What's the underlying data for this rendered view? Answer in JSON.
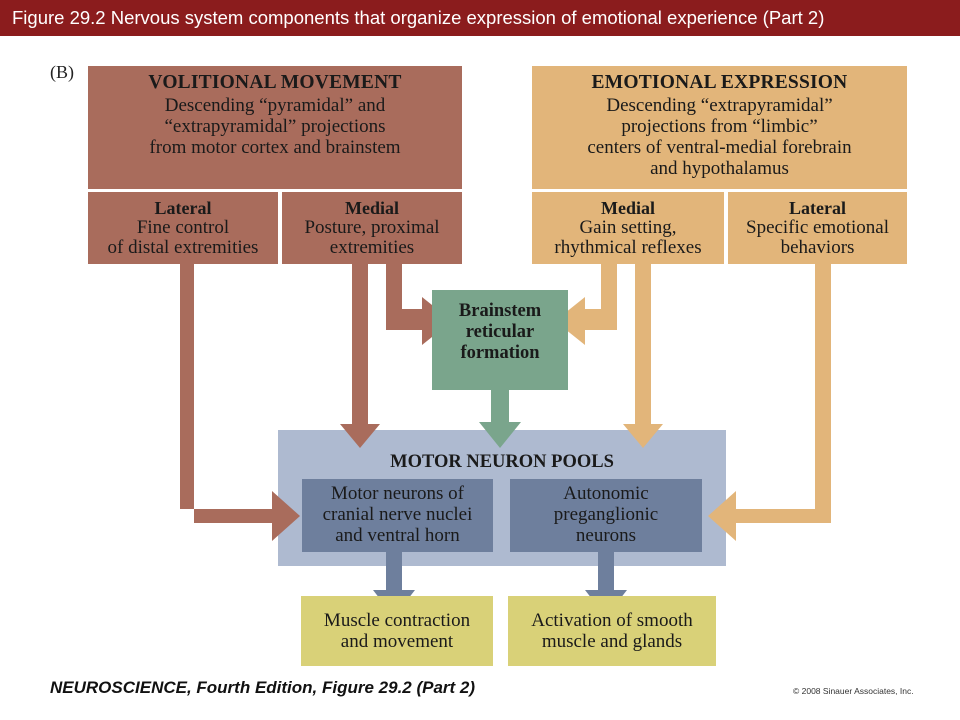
{
  "title": "Figure 29.2 Nervous system components that organize expression of emotional experience (Part 2)",
  "panel_label": "(B)",
  "volitional": {
    "heading": "VOLITIONAL MOVEMENT",
    "lines": [
      "Descending “pyramidal” and",
      "“extrapyramidal” projections",
      "from motor cortex and brainstem"
    ],
    "lateral": {
      "heading": "Lateral",
      "lines": [
        "Fine control",
        "of distal extremities"
      ]
    },
    "medial": {
      "heading": "Medial",
      "lines": [
        "Posture, proximal",
        "extremities"
      ]
    }
  },
  "emotional": {
    "heading": "EMOTIONAL EXPRESSION",
    "lines": [
      "Descending “extrapyramidal”",
      "projections from “limbic”",
      "centers of ventral-medial forebrain",
      "and hypothalamus"
    ],
    "medial": {
      "heading": "Medial",
      "lines": [
        "Gain setting,",
        "rhythmical reflexes"
      ]
    },
    "lateral": {
      "heading": "Lateral",
      "lines": [
        "Specific emotional",
        "behaviors"
      ]
    }
  },
  "brainstem": {
    "lines": [
      "Brainstem",
      "reticular",
      "formation"
    ]
  },
  "motor_pools": {
    "heading": "MOTOR NEURON POOLS",
    "cranial": {
      "lines": [
        "Motor neurons of",
        "cranial nerve nuclei",
        "and ventral horn"
      ]
    },
    "autonomic": {
      "lines": [
        "Autonomic",
        "preganglionic",
        "neurons"
      ]
    }
  },
  "outputs": {
    "muscle": {
      "lines": [
        "Muscle contraction",
        "and movement"
      ]
    },
    "smooth": {
      "lines": [
        "Activation of smooth",
        "muscle and glands"
      ]
    }
  },
  "footer": "NEUROSCIENCE, Fourth Edition, Figure 29.2 (Part 2)",
  "copyright": "© 2008 Sinauer Associates, Inc.",
  "colors": {
    "title_bar": "#8b1c1d",
    "volitional": "#a96c5c",
    "emotional": "#e2b57a",
    "brainstem": "#7aa58c",
    "motor_pools": "#aebad0",
    "motor_inner": "#6e7f9d",
    "outputs": "#d9d178"
  }
}
